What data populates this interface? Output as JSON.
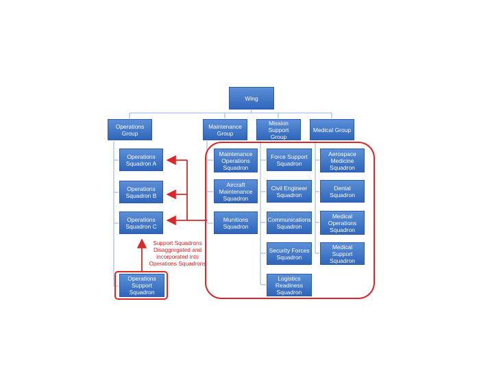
{
  "top": {
    "wing": "Wing"
  },
  "groups": {
    "operations": "Operations\nGroup",
    "maintenance": "Maintenance\nGroup",
    "mission_support": "Mission Support\nGroup",
    "medical": "Medical Group"
  },
  "operations": {
    "sq_a": "Operations\nSquadron A",
    "sq_b": "Operations\nSquadron B",
    "sq_c": "Operations\nSquadron C",
    "support": "Operations\nSupport\nSquadron"
  },
  "maintenance": {
    "mos": "Maintenance\nOperations\nSquadron",
    "ams": "Aircraft\nMaintenance\nSquadron",
    "munitions": "Munitions\nSquadron"
  },
  "mission_support": {
    "force": "Force Support\nSquadron",
    "civil": "Civil Engineer\nSquadron",
    "comm": "Communications\nSquadron",
    "security": "Security Forces\nSquadron",
    "logistics": "Logistics\nReadiness\nSquadron"
  },
  "medical": {
    "aerospace": "Aerospace\nMedicine\nSquadron",
    "dental": "Dental Squadron",
    "medops": "Medical\nOperations\nSquadron",
    "medsupport": "Medical Support\nSquadron"
  },
  "annotation": "Support Squadrons\nDisaggregated and\nincorporated into\nOperations Squadrons",
  "colors": {
    "box": "#3a72c8",
    "connector": "#a9c1e8",
    "highlight": "#d82828"
  }
}
